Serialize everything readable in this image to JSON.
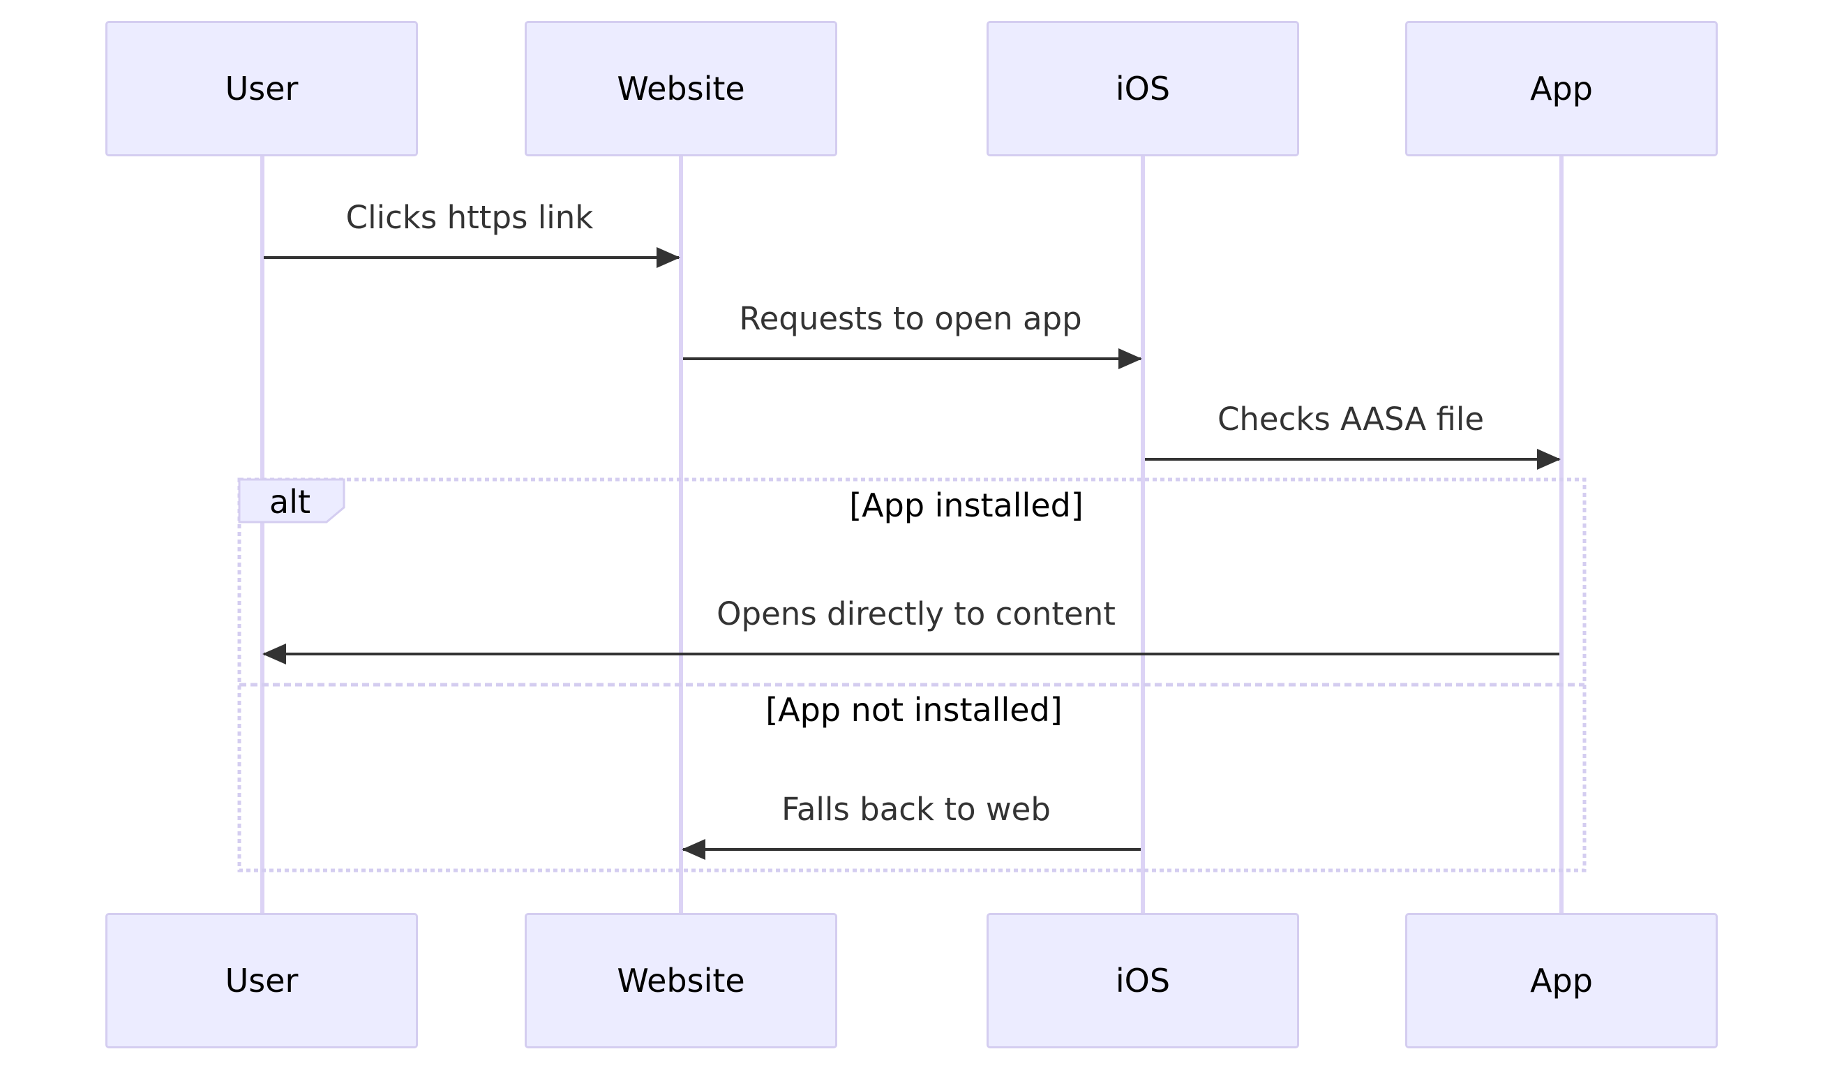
{
  "actors": [
    {
      "id": "user",
      "label": "User"
    },
    {
      "id": "website",
      "label": "Website"
    },
    {
      "id": "ios",
      "label": "iOS"
    },
    {
      "id": "app",
      "label": "App"
    }
  ],
  "messages": [
    {
      "from": "user",
      "to": "website",
      "label": "Clicks https link"
    },
    {
      "from": "website",
      "to": "ios",
      "label": "Requests to open app"
    },
    {
      "from": "ios",
      "to": "app",
      "label": "Checks AASA file"
    },
    {
      "from": "app",
      "to": "user",
      "label": "Opens directly to content"
    },
    {
      "from": "ios",
      "to": "website",
      "label": "Falls back to web"
    }
  ],
  "alt_block": {
    "tag": "alt",
    "condition_1": "[App installed]",
    "condition_2": "[App not installed]"
  },
  "colors": {
    "actor_fill": "#ECECFF",
    "actor_border": "#D4CDF0",
    "lifeline": "#DCD3F5",
    "arrow": "#333333",
    "alt_border": "#D4CDF0"
  }
}
